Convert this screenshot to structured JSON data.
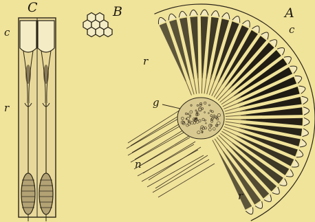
{
  "figure": {
    "labels": {
      "panel_c": "C",
      "panel_b": "B",
      "panel_a": "A",
      "c_left": "c",
      "c_right": "c",
      "r_left": "r",
      "r_upper": "r",
      "r_lower": "r",
      "g": "g",
      "n": "n"
    },
    "colors": {
      "background": "#f0e39a",
      "ink": "#1e1a10"
    }
  }
}
